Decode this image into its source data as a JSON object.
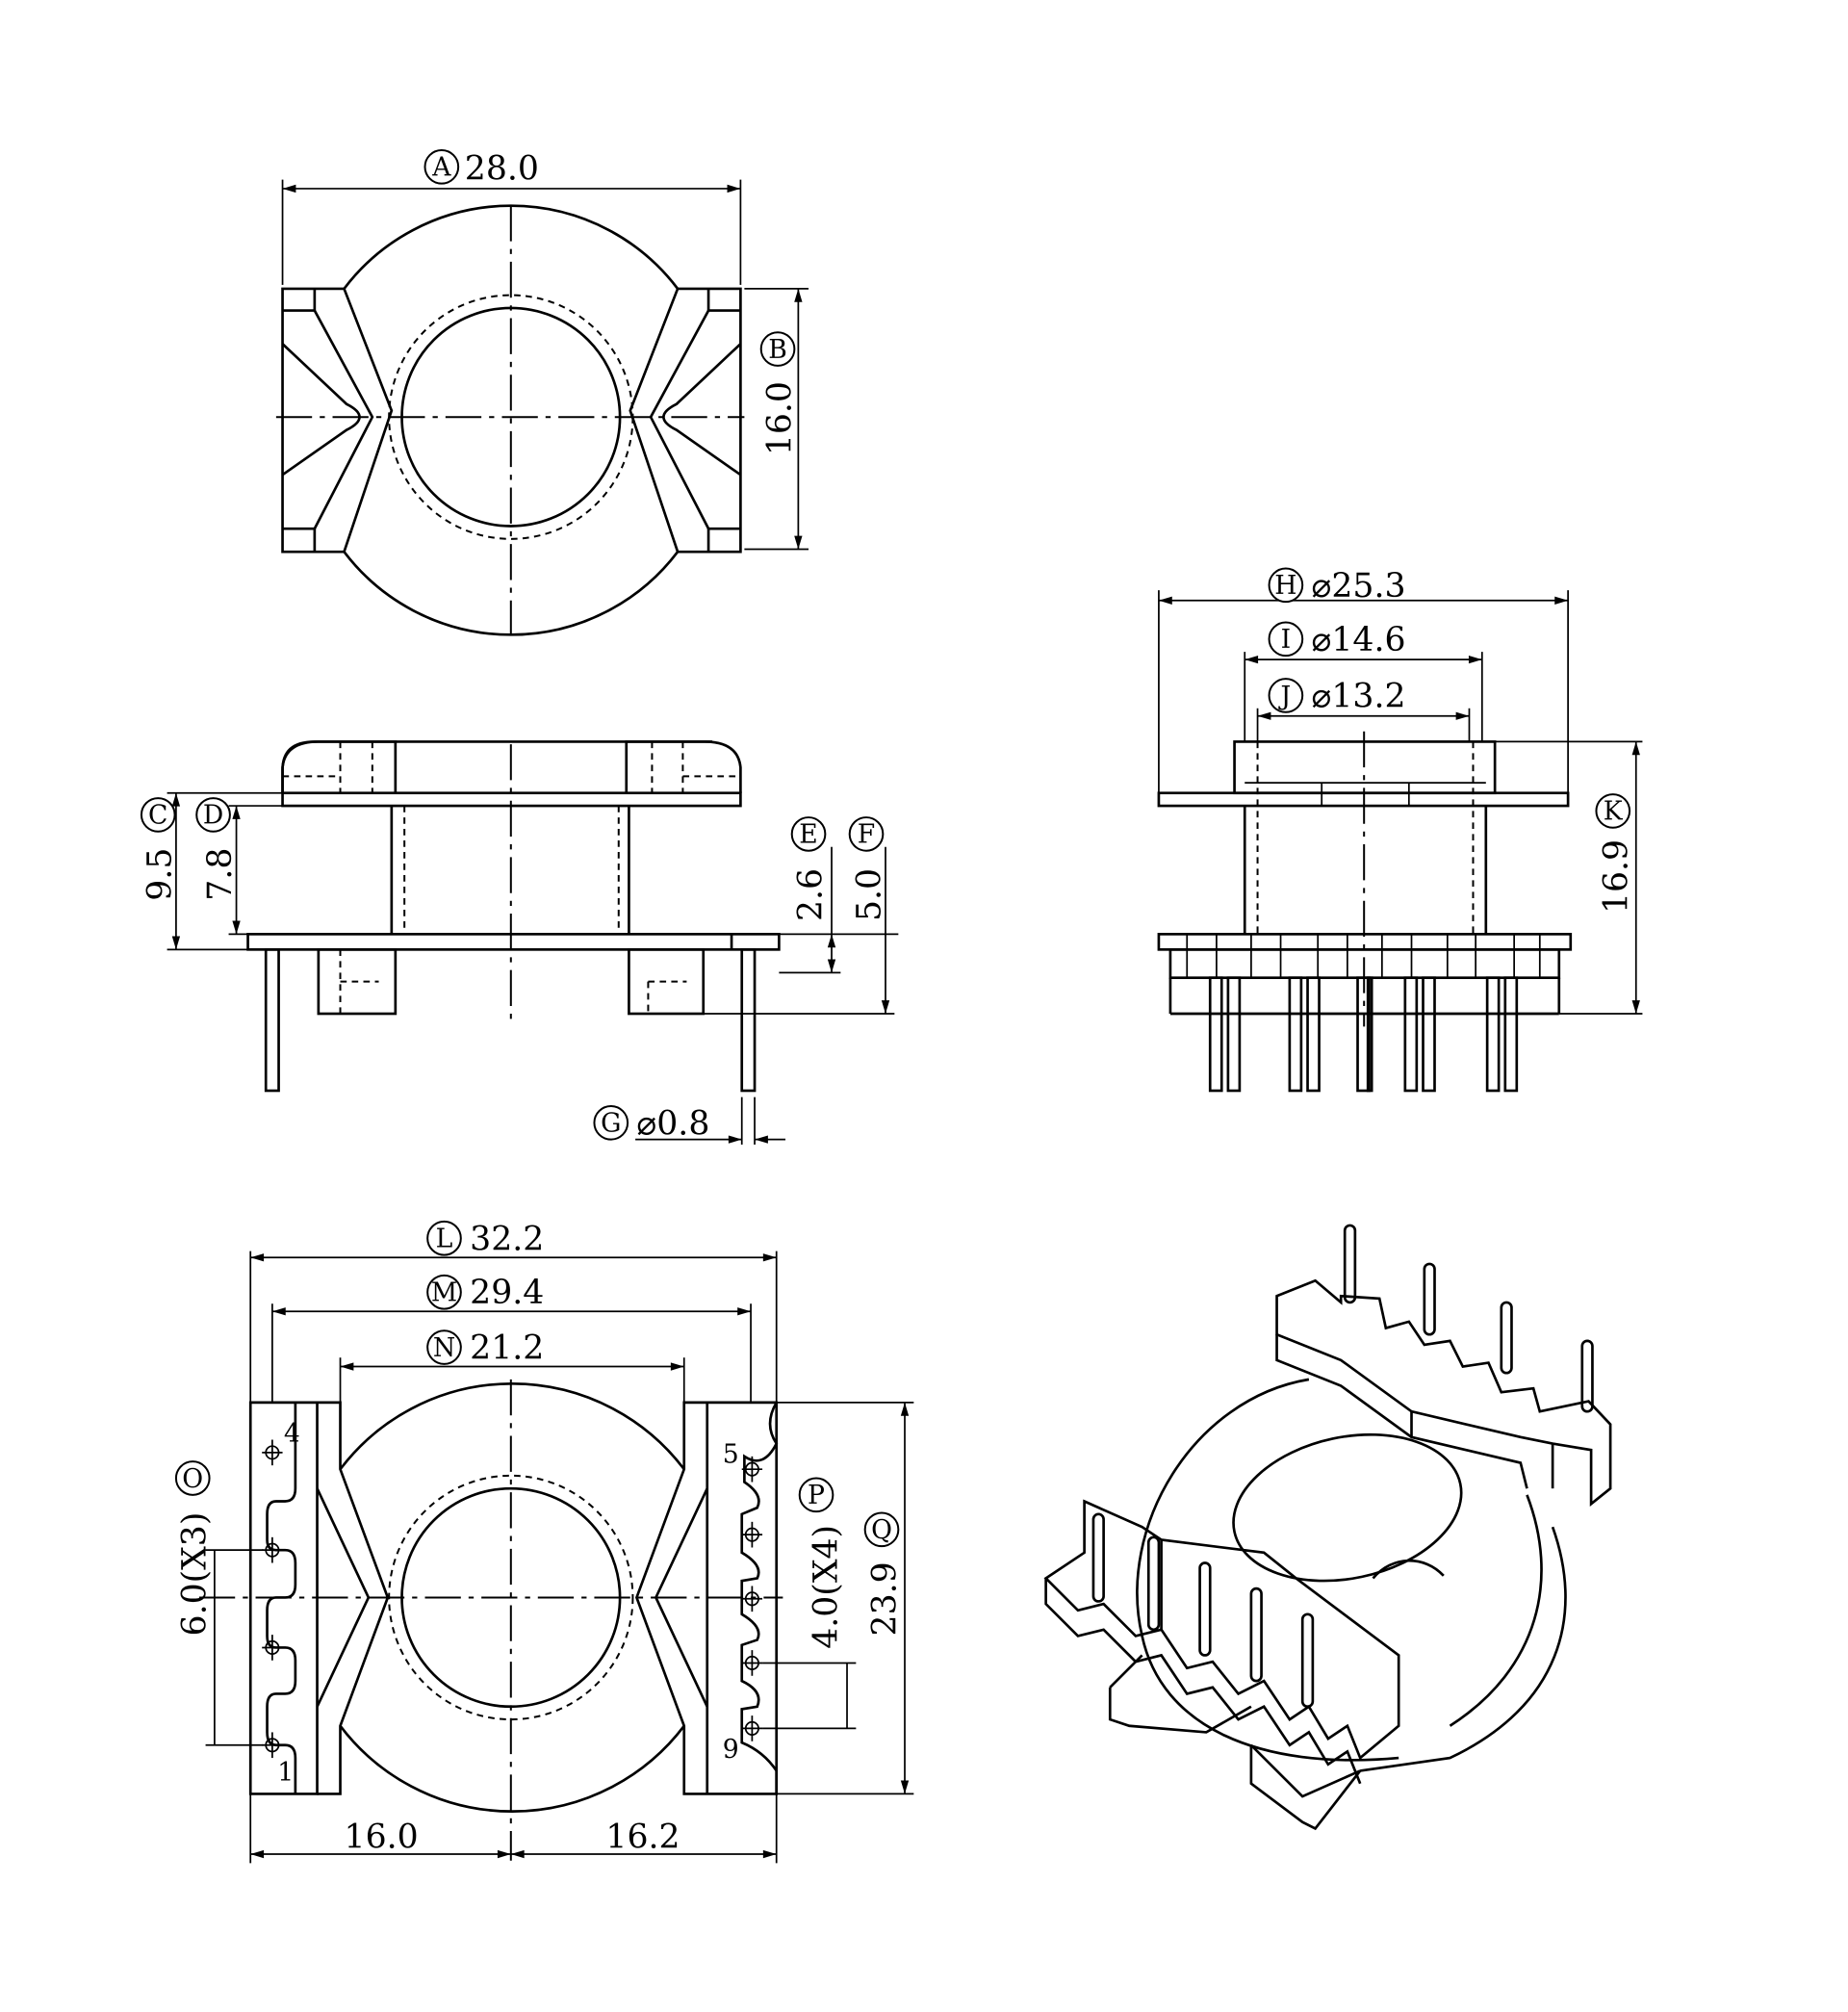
{
  "dimensions": {
    "A": {
      "letter": "A",
      "value": "28.0"
    },
    "B": {
      "letter": "B",
      "value": "16.0"
    },
    "C": {
      "letter": "C",
      "value": "9.5"
    },
    "D": {
      "letter": "D",
      "value": "7.8"
    },
    "E": {
      "letter": "E",
      "value": "2.6"
    },
    "F": {
      "letter": "F",
      "value": "5.0"
    },
    "G": {
      "letter": "G",
      "value": "⌀0.8"
    },
    "H": {
      "letter": "H",
      "value": "⌀25.3"
    },
    "I": {
      "letter": "I",
      "value": "⌀14.6"
    },
    "J": {
      "letter": "J",
      "value": "⌀13.2"
    },
    "K": {
      "letter": "K",
      "value": "16.9"
    },
    "L": {
      "letter": "L",
      "value": "32.2"
    },
    "M": {
      "letter": "M",
      "value": "29.4"
    },
    "N": {
      "letter": "N",
      "value": "21.2"
    },
    "O": {
      "letter": "O",
      "value": "6.0(X3)"
    },
    "P": {
      "letter": "P",
      "value": "4.0(X4)"
    },
    "Q": {
      "letter": "Q",
      "value": "23.9"
    }
  },
  "bottom_dims": {
    "left": "16.0",
    "right": "16.2"
  },
  "pins": {
    "p1": "1",
    "p4": "4",
    "p5": "5",
    "p9": "9"
  }
}
